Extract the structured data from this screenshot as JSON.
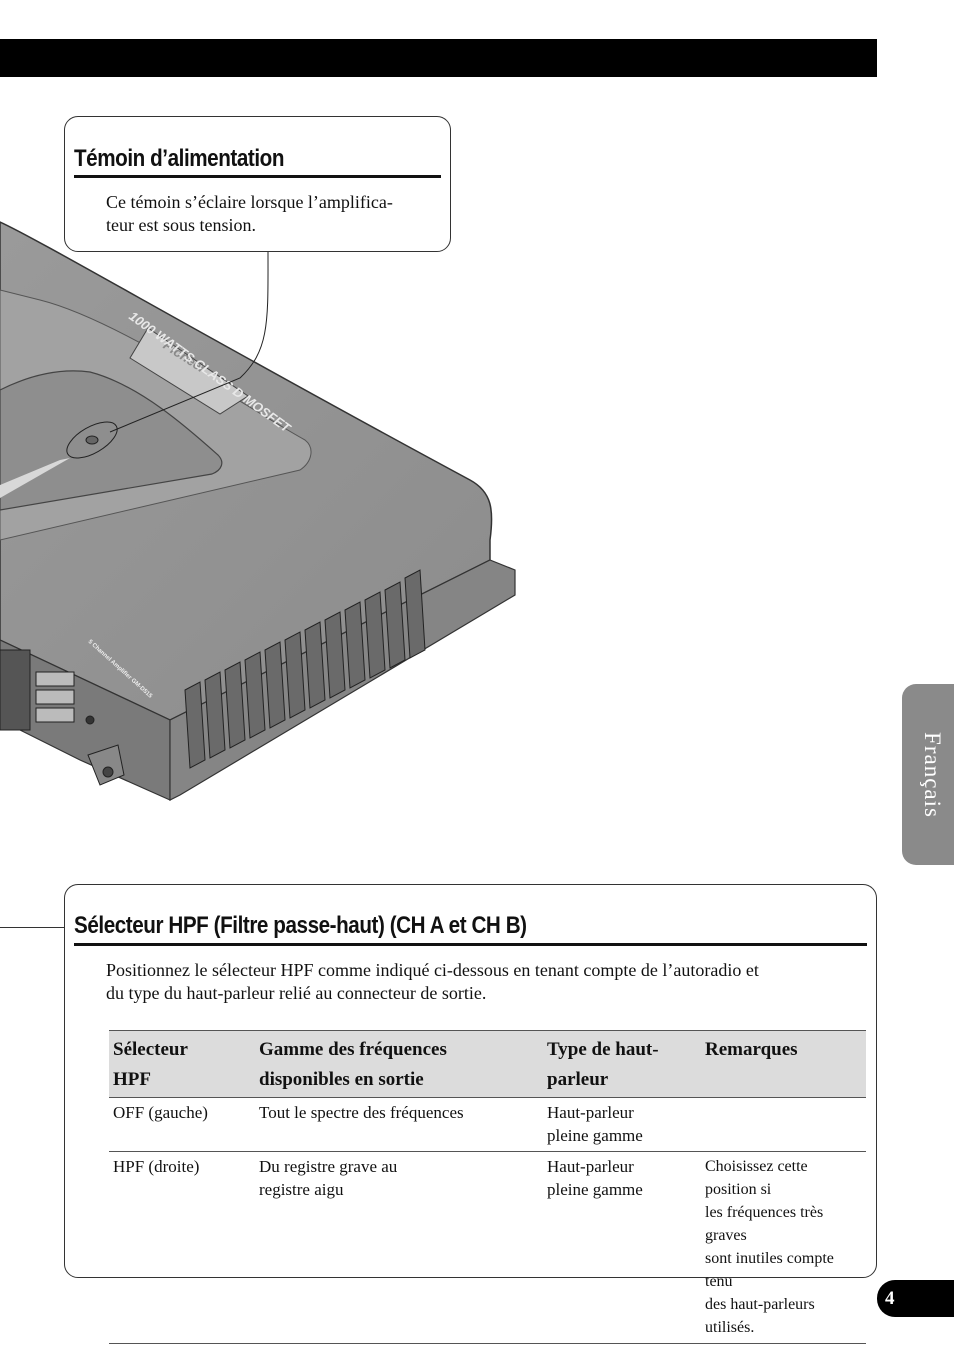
{
  "power_indicator": {
    "title": "Témoin d’alimentation",
    "text_line1": "Ce témoin s’éclaire lorsque l’amplifica-",
    "text_line2": "teur est sous tension."
  },
  "amplifier": {
    "top_label": "1000 WATTS CLASS D MOSFET",
    "brand": "Pioneer",
    "model_label": "5 Channel Amplifier GM-D515"
  },
  "hpf_section": {
    "title": "Sélecteur HPF (Filtre passe-haut) (CH A et CH B)",
    "intro_line1": "Positionnez le sélecteur HPF comme indiqué ci-dessous en tenant compte de l’autoradio et",
    "intro_line2": "du type du haut-parleur relié au connecteur de sortie.",
    "table": {
      "headers": [
        {
          "line1": "Sélecteur",
          "line2": "HPF"
        },
        {
          "line1": "Gamme des fréquences",
          "line2": "disponibles en sortie"
        },
        {
          "line1": "Type de haut-",
          "line2": "parleur"
        },
        {
          "line1": "Remarques",
          "line2": ""
        }
      ],
      "rows": [
        {
          "selector": "OFF (gauche)",
          "range_line1": "Tout le spectre des fréquences",
          "range_line2": "",
          "type_line1": "Haut-parleur",
          "type_line2": "pleine gamme",
          "remarks_lines": [
            "",
            "",
            "",
            ""
          ]
        },
        {
          "selector": "HPF (droite)",
          "range_line1": "Du registre grave au",
          "range_line2": "registre aigu",
          "type_line1": "Haut-parleur",
          "type_line2": "pleine gamme",
          "remarks_lines": [
            "Choisissez cette position si",
            "les fréquences très graves",
            "sont inutiles compte tenu",
            "des haut-parleurs utilisés."
          ]
        }
      ]
    }
  },
  "side_tab": {
    "label": "Français"
  },
  "page_number": "4"
}
